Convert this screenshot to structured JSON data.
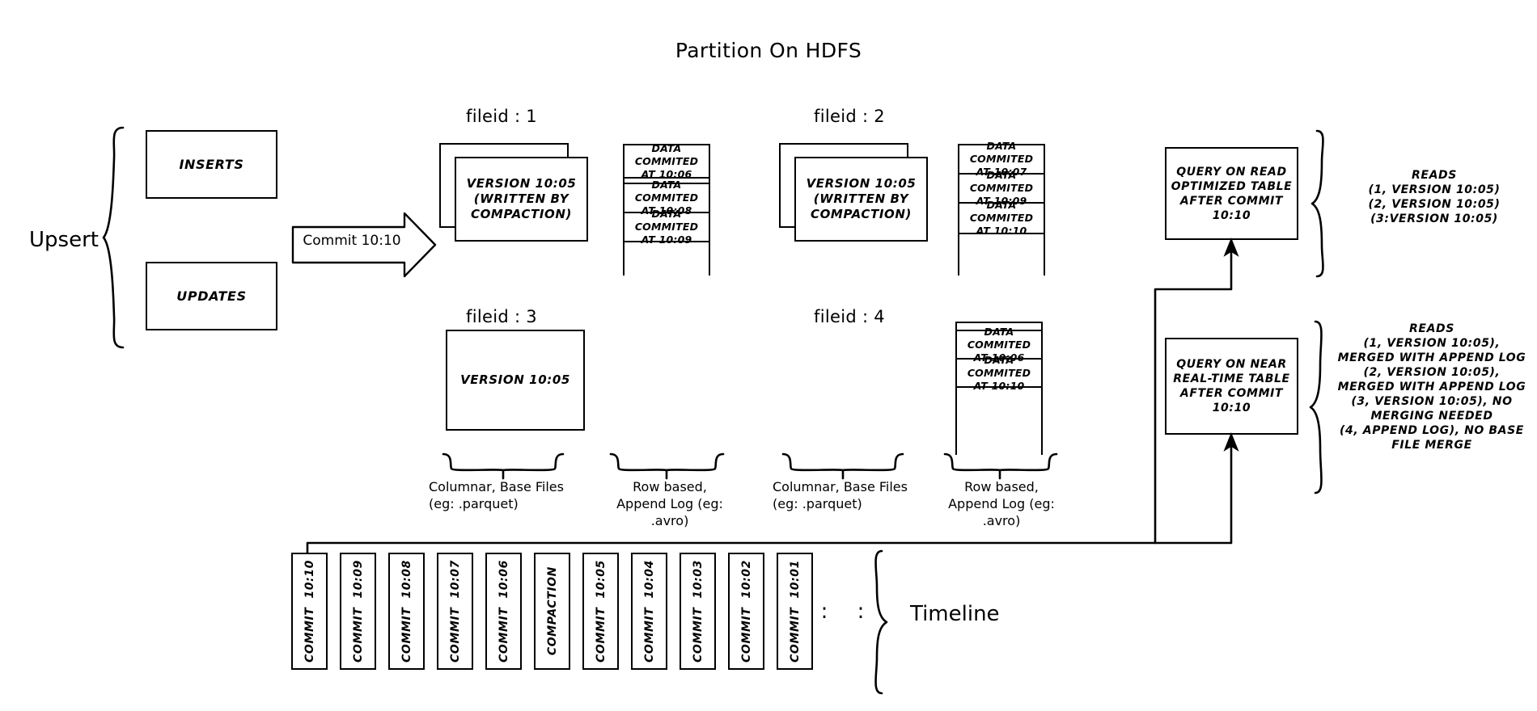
{
  "title": "Partition On HDFS",
  "left": {
    "upsert_label": "Upsert",
    "inserts_label": "INSERTS",
    "updates_label": "UPDATES",
    "commit_arrow_label": "Commit 10:10"
  },
  "filegroups": [
    {
      "heading": "fileid : 1",
      "base_text": "VERSION 10:05\n(WRITTEN BY\nCOMPACTION)",
      "base_line1": "VERSION 10:05",
      "base_line2": "(WRITTEN BY",
      "base_line3": "COMPACTION)",
      "stacked": true,
      "log_entries": [
        {
          "l1": "DATA COMMITED",
          "l2": "AT 10:06"
        },
        {
          "l1": "DATA COMMITED",
          "l2": "AT 10:08"
        },
        {
          "l1": "DATA COMMITED",
          "l2": "AT 10:09"
        }
      ],
      "log_empty_slots": 1
    },
    {
      "heading": "fileid : 2",
      "base_line1": "VERSION 10:05",
      "base_line2": "(WRITTEN BY",
      "base_line3": "COMPACTION)",
      "stacked": true,
      "log_entries": [
        {
          "l1": "DATA COMMITED",
          "l2": "AT 10:07"
        },
        {
          "l1": "DATA COMMITED",
          "l2": "AT 10:09"
        },
        {
          "l1": "DATA COMMITED",
          "l2": "AT 10:10"
        }
      ],
      "log_empty_slots": 1
    },
    {
      "heading": "fileid : 3",
      "base_line1": "VERSION 10:05",
      "base_line2": "",
      "base_line3": "",
      "stacked": false,
      "log_entries": [],
      "log_empty_slots": 0
    },
    {
      "heading": "fileid : 4",
      "base_line1": "",
      "base_line2": "",
      "base_line3": "",
      "stacked": false,
      "log_entries": [
        {
          "l1": "DATA COMMITED",
          "l2": "AT 10:06"
        },
        {
          "l1": "DATA COMMITED",
          "l2": "AT 10:10"
        }
      ],
      "log_empty_slots": 1
    }
  ],
  "captions": {
    "columnar_l1": "Columnar, Base Files",
    "columnar_l2": "(eg: .parquet)",
    "rowbased_l1": "Row based,",
    "rowbased_l2": "Append Log  (eg:",
    "rowbased_l3": ".avro)"
  },
  "queries": {
    "read_optimized": {
      "l1": "QUERY ON READ",
      "l2": "OPTIMIZED TABLE",
      "l3": "AFTER COMMIT",
      "l4": "10:10"
    },
    "near_realtime": {
      "l1": "QUERY ON NEAR",
      "l2": "REAL-TIME TABLE",
      "l3": "AFTER COMMIT",
      "l4": "10:10"
    }
  },
  "reads_top": {
    "title": "READS",
    "lines": [
      "(1, VERSION 10:05)",
      "(2, VERSION 10:05)",
      "(3:VERSION 10:05)"
    ]
  },
  "reads_bottom": {
    "title": "READS",
    "lines": [
      "(1, VERSION 10:05),",
      "MERGED WITH APPEND LOG",
      "(2, VERSION 10:05),",
      "MERGED WITH APPEND LOG",
      "(3, VERSION 10:05), NO",
      "MERGING NEEDED",
      "(4, APPEND LOG), NO BASE",
      "FILE MERGE"
    ]
  },
  "timeline": {
    "label": "Timeline",
    "items": [
      {
        "l1": "COMMIT",
        "l2": "10:10"
      },
      {
        "l1": "COMMIT",
        "l2": "10:09"
      },
      {
        "l1": "COMMIT",
        "l2": "10:08"
      },
      {
        "l1": "COMMIT",
        "l2": "10:07"
      },
      {
        "l1": "COMMIT",
        "l2": "10:06"
      },
      {
        "l1": "COMPACTION",
        "l2": ""
      },
      {
        "l1": "COMMIT",
        "l2": "10:05"
      },
      {
        "l1": "COMMIT",
        "l2": "10:04"
      },
      {
        "l1": "COMMIT",
        "l2": "10:03"
      },
      {
        "l1": "COMMIT",
        "l2": "10:02"
      },
      {
        "l1": "COMMIT",
        "l2": "10:01"
      }
    ],
    "ellipsis": ":"
  },
  "colors": {
    "stroke": "#000000",
    "background": "#ffffff"
  }
}
